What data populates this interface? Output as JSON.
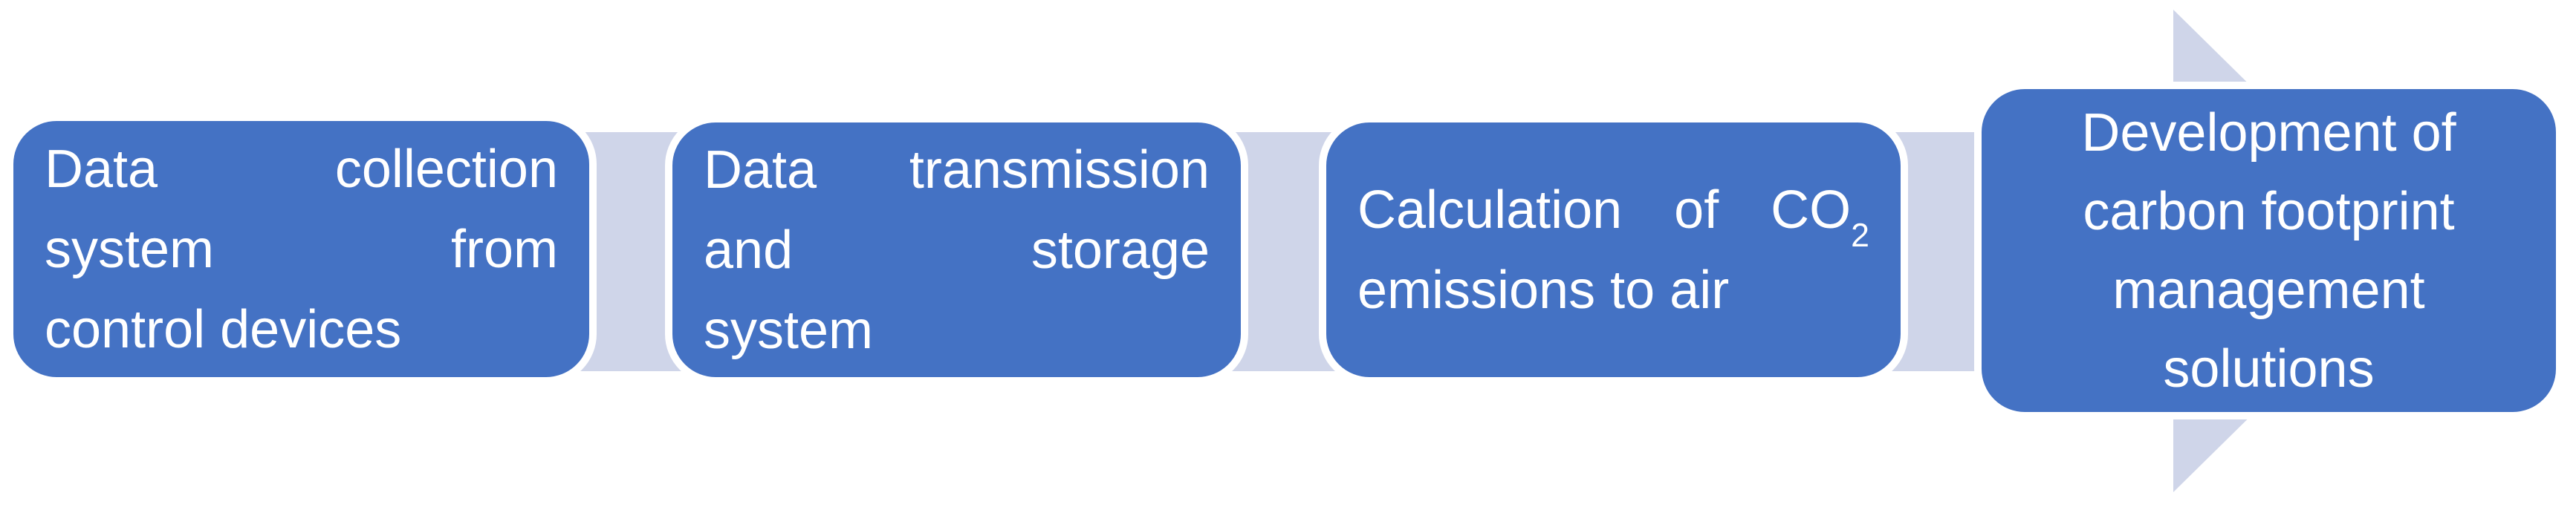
{
  "diagram": {
    "type": "process-flow",
    "direction": "left-to-right",
    "colors": {
      "box_fill": "#4472C4",
      "box_outline": "#FFFFFF",
      "arrow_fill": "#CFD5E9",
      "text": "#FFFFFF"
    }
  },
  "steps": [
    {
      "full_text": "Data collection system from control devices",
      "lines": [
        {
          "words": [
            "Data",
            "collection"
          ]
        },
        {
          "words": [
            "system",
            "from"
          ]
        },
        {
          "text": "control devices"
        }
      ]
    },
    {
      "full_text": "Data transmission and storage system",
      "lines": [
        {
          "words": [
            "Data",
            "transmission"
          ]
        },
        {
          "words": [
            "and",
            "storage"
          ]
        },
        {
          "text": "system"
        }
      ]
    },
    {
      "full_text": "Calculation of CO2 emissions to air",
      "lines": [
        {
          "words": [
            "Calculation",
            "of"
          ],
          "formula": {
            "base": "CO",
            "sub": "2"
          }
        },
        {
          "text": "emissions to air"
        }
      ]
    },
    {
      "full_text": "Development of carbon footprint management solutions",
      "lines": [
        {
          "text": "Development of"
        },
        {
          "text": "carbon footprint"
        },
        {
          "text": "management"
        },
        {
          "text": "solutions"
        }
      ]
    }
  ]
}
